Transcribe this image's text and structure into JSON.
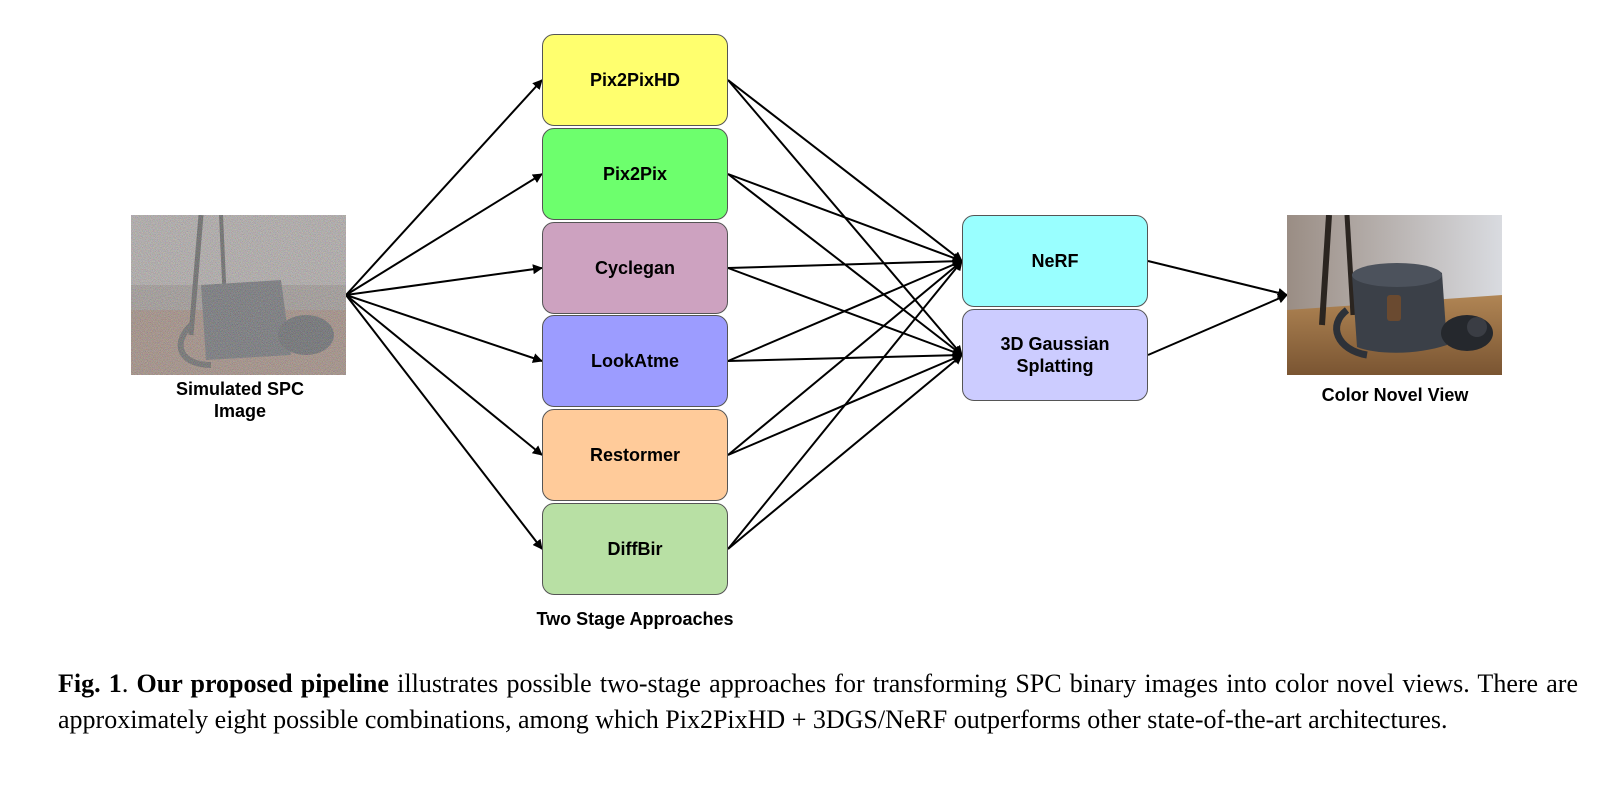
{
  "input": {
    "label_line1": "Simulated SPC",
    "label_line2": "Image"
  },
  "stage1": {
    "group_label": "Two Stage Approaches",
    "methods": [
      {
        "label": "Pix2PixHD",
        "color": "#ffff6e"
      },
      {
        "label": "Pix2Pix",
        "color": "#6dff6d"
      },
      {
        "label": "Cyclegan",
        "color": "#cda2c0"
      },
      {
        "label": "LookAtme",
        "color": "#9c9cff"
      },
      {
        "label": "Restormer",
        "color": "#ffcb9a"
      },
      {
        "label": "DiffBir",
        "color": "#b8e0a4"
      }
    ]
  },
  "stage2": {
    "methods": [
      {
        "label": "NeRF",
        "color": "#99ffff"
      },
      {
        "label": "3D Gaussian Splatting",
        "color": "#ccccff"
      }
    ]
  },
  "output": {
    "label": "Color Novel View"
  },
  "caption": {
    "fig": "Fig. 1",
    "sep": ". ",
    "bold": "Our proposed pipeline",
    "text": " illustrates possible two-stage approaches for transforming SPC binary images into color novel views. There are approximately eight possible combinations, among which Pix2PixHD + 3DGS/NeRF outperforms other state-of-the-art architectures."
  }
}
